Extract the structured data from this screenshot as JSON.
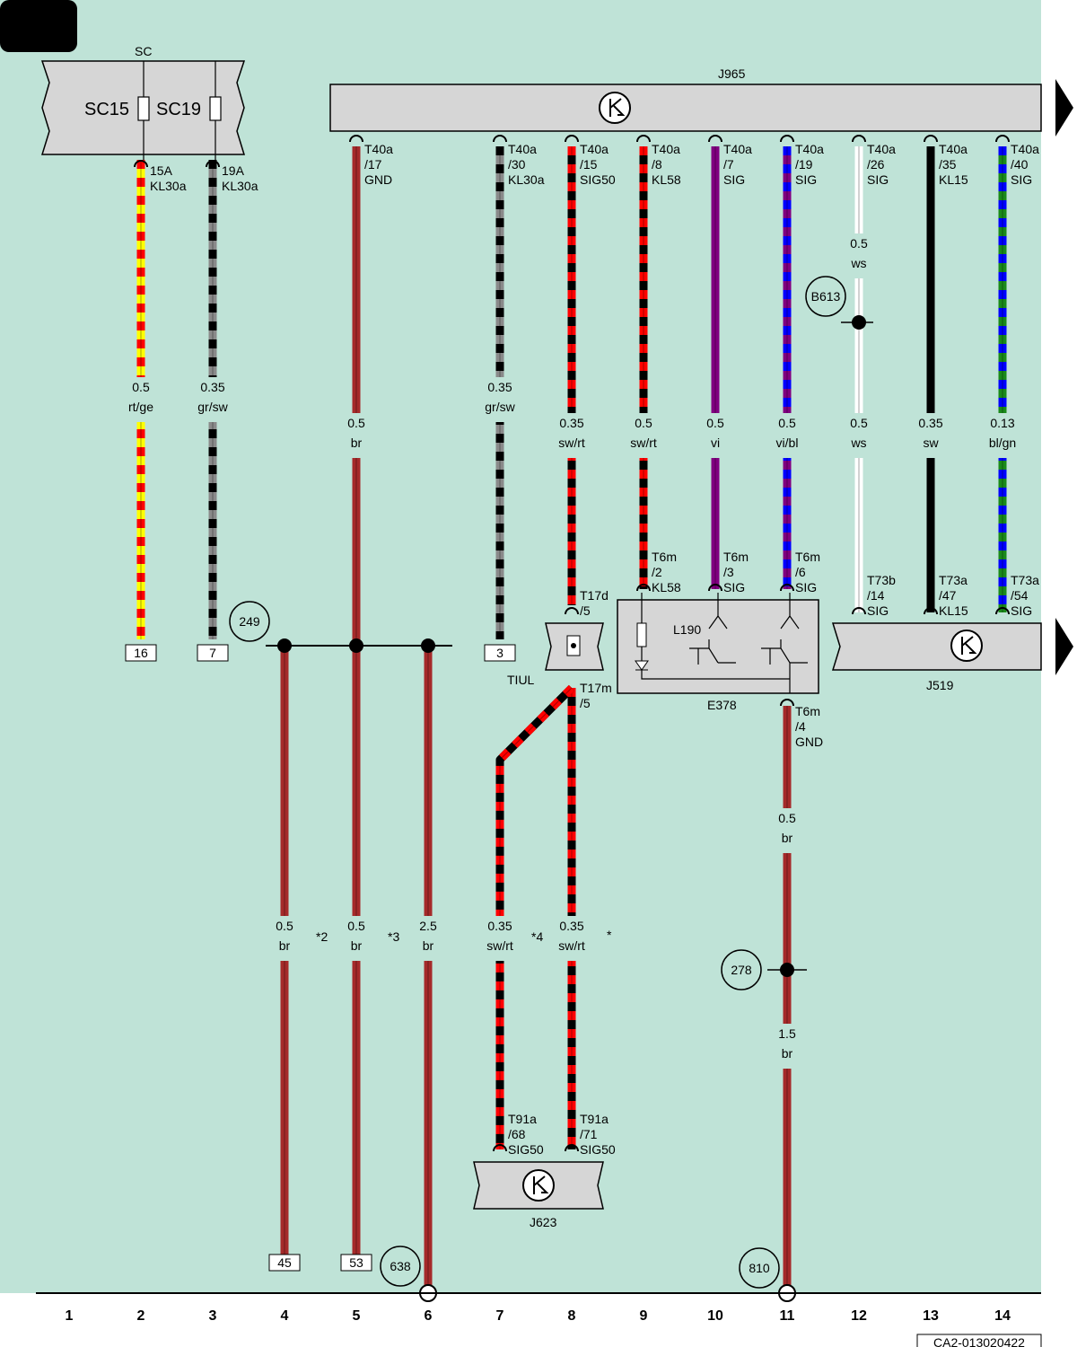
{
  "colors": {
    "background": "#bfe3d7",
    "component_fill": "#d6d6d6",
    "rt": "#ff0000",
    "ge": "#ffff00",
    "gr": "#8a8a8a",
    "sw": "#000000",
    "br": "#a52a2a",
    "vi": "#800080",
    "bl": "#0000ff",
    "gn": "#1a8a1a",
    "ws": "#ffffff"
  },
  "components": {
    "sc": {
      "title": "SC",
      "fuse_a": "SC15",
      "fuse_b": "SC19"
    },
    "j965": "J965",
    "j519": "J519",
    "j623": "J623",
    "e378": "E378",
    "l190": "L190",
    "tiul": "TIUL"
  },
  "terminals": [
    {
      "id": "sc15-out",
      "lines": [
        "15A",
        "KL30a"
      ]
    },
    {
      "id": "sc19-out",
      "lines": [
        "19A",
        "KL30a"
      ]
    },
    {
      "id": "t40a-17",
      "lines": [
        "T40a",
        "/17",
        "GND"
      ]
    },
    {
      "id": "t40a-30",
      "lines": [
        "T40a",
        "/30",
        "KL30a"
      ]
    },
    {
      "id": "t40a-15",
      "lines": [
        "T40a",
        "/15",
        "SIG50"
      ]
    },
    {
      "id": "t40a-8",
      "lines": [
        "T40a",
        "/8",
        "KL58"
      ]
    },
    {
      "id": "t40a-7",
      "lines": [
        "T40a",
        "/7",
        "SIG"
      ]
    },
    {
      "id": "t40a-19",
      "lines": [
        "T40a",
        "/19",
        "SIG"
      ]
    },
    {
      "id": "t40a-26",
      "lines": [
        "T40a",
        "/26",
        "SIG"
      ]
    },
    {
      "id": "t40a-35",
      "lines": [
        "T40a",
        "/35",
        "KL15"
      ]
    },
    {
      "id": "t40a-40",
      "lines": [
        "T40a",
        "/40",
        "SIG"
      ]
    },
    {
      "id": "t6m-2",
      "lines": [
        "T6m",
        "/2",
        "KL58"
      ]
    },
    {
      "id": "t6m-3",
      "lines": [
        "T6m",
        "/3",
        "SIG"
      ]
    },
    {
      "id": "t6m-6",
      "lines": [
        "T6m",
        "/6",
        "SIG"
      ]
    },
    {
      "id": "t6m-4",
      "lines": [
        "T6m",
        "/4",
        "GND"
      ]
    },
    {
      "id": "t17d-5",
      "lines": [
        "T17d",
        "/5"
      ]
    },
    {
      "id": "t17m-5",
      "lines": [
        "T17m",
        "/5"
      ]
    },
    {
      "id": "t73b-14",
      "lines": [
        "T73b",
        "/14",
        "SIG"
      ]
    },
    {
      "id": "t73a-47",
      "lines": [
        "T73a",
        "/47",
        "KL15"
      ]
    },
    {
      "id": "t73a-54",
      "lines": [
        "T73a",
        "/54",
        "SIG"
      ]
    },
    {
      "id": "t91a-68",
      "lines": [
        "T91a",
        "/68",
        "SIG50"
      ]
    },
    {
      "id": "t91a-71",
      "lines": [
        "T91a",
        "/71",
        "SIG50"
      ]
    }
  ],
  "wire_labels": [
    {
      "id": "w2",
      "size": "0.5",
      "color": "rt/ge"
    },
    {
      "id": "w3",
      "size": "0.35",
      "color": "gr/sw"
    },
    {
      "id": "w5a",
      "size": "0.5",
      "color": "br"
    },
    {
      "id": "w7",
      "size": "0.35",
      "color": "gr/sw"
    },
    {
      "id": "w8a",
      "size": "0.35",
      "color": "sw/rt"
    },
    {
      "id": "w9",
      "size": "0.5",
      "color": "sw/rt"
    },
    {
      "id": "w10",
      "size": "0.5",
      "color": "vi"
    },
    {
      "id": "w11a",
      "size": "0.5",
      "color": "vi/bl"
    },
    {
      "id": "w12a",
      "size": "0.5",
      "color": "ws"
    },
    {
      "id": "w12b",
      "size": "0.5",
      "color": "ws"
    },
    {
      "id": "w13",
      "size": "0.35",
      "color": "sw"
    },
    {
      "id": "w14",
      "size": "0.13",
      "color": "bl/gn"
    },
    {
      "id": "w4",
      "size": "0.5",
      "color": "br"
    },
    {
      "id": "w5b",
      "size": "0.5",
      "color": "br"
    },
    {
      "id": "w6",
      "size": "2.5",
      "color": "br"
    },
    {
      "id": "w7b",
      "size": "0.35",
      "color": "sw/rt"
    },
    {
      "id": "w8b",
      "size": "0.35",
      "color": "sw/rt"
    },
    {
      "id": "w11b",
      "size": "0.5",
      "color": "br"
    },
    {
      "id": "w11c",
      "size": "1.5",
      "color": "br"
    }
  ],
  "footnotes": [
    "*2",
    "*3",
    "*4",
    "*"
  ],
  "refs": [
    "249",
    "B613",
    "638",
    "278",
    "810"
  ],
  "boxes": [
    "16",
    "7",
    "3",
    "45",
    "53"
  ],
  "columns": [
    "1",
    "2",
    "3",
    "4",
    "5",
    "6",
    "7",
    "8",
    "9",
    "10",
    "11",
    "12",
    "13",
    "14"
  ],
  "doc_code": "CA2-013020422"
}
